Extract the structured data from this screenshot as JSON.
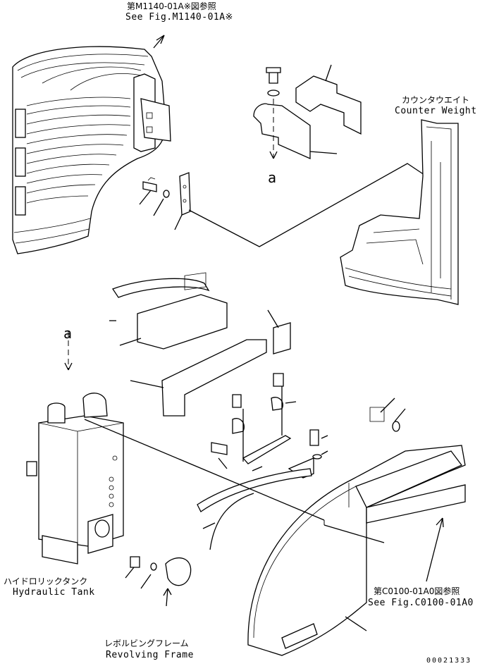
{
  "labels": {
    "top_ref_jp": "第M1140-01A※図参照",
    "top_ref_en": "See Fig.M1140-01A※",
    "counter_weight_jp": "カウンタウエイト",
    "counter_weight_en": "Counter Weight",
    "ref_a_upper": "a",
    "ref_a_lower": "a",
    "hydraulic_tank_jp": "ハイドロリックタンク",
    "hydraulic_tank_en": "Hydraulic Tank",
    "revolving_frame_jp": "レボルビングフレーム",
    "revolving_frame_en": "Revolving Frame",
    "bottom_ref_jp": "第C0100-01A0図参照",
    "bottom_ref_en": "See Fig.C0100-01A0",
    "drawing_number": "00021333"
  }
}
